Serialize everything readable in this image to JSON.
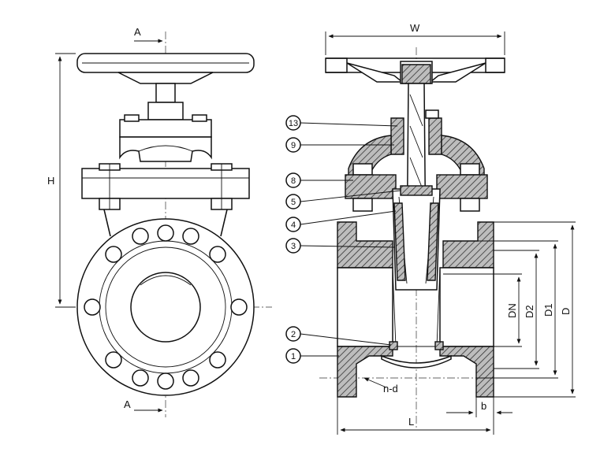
{
  "section_marks": {
    "top": "A",
    "bottom": "A"
  },
  "dimensions": {
    "height": "H",
    "width": "W",
    "nominal_diameter": "DN",
    "d2": "D2",
    "d1": "D1",
    "flange_diameter": "D",
    "length": "L",
    "flange_thickness": "b",
    "bolt_holes": "n-d"
  },
  "callouts": [
    {
      "num": "13"
    },
    {
      "num": "9"
    },
    {
      "num": "8"
    },
    {
      "num": "5"
    },
    {
      "num": "4"
    },
    {
      "num": "3"
    },
    {
      "num": "2"
    },
    {
      "num": "1"
    }
  ]
}
